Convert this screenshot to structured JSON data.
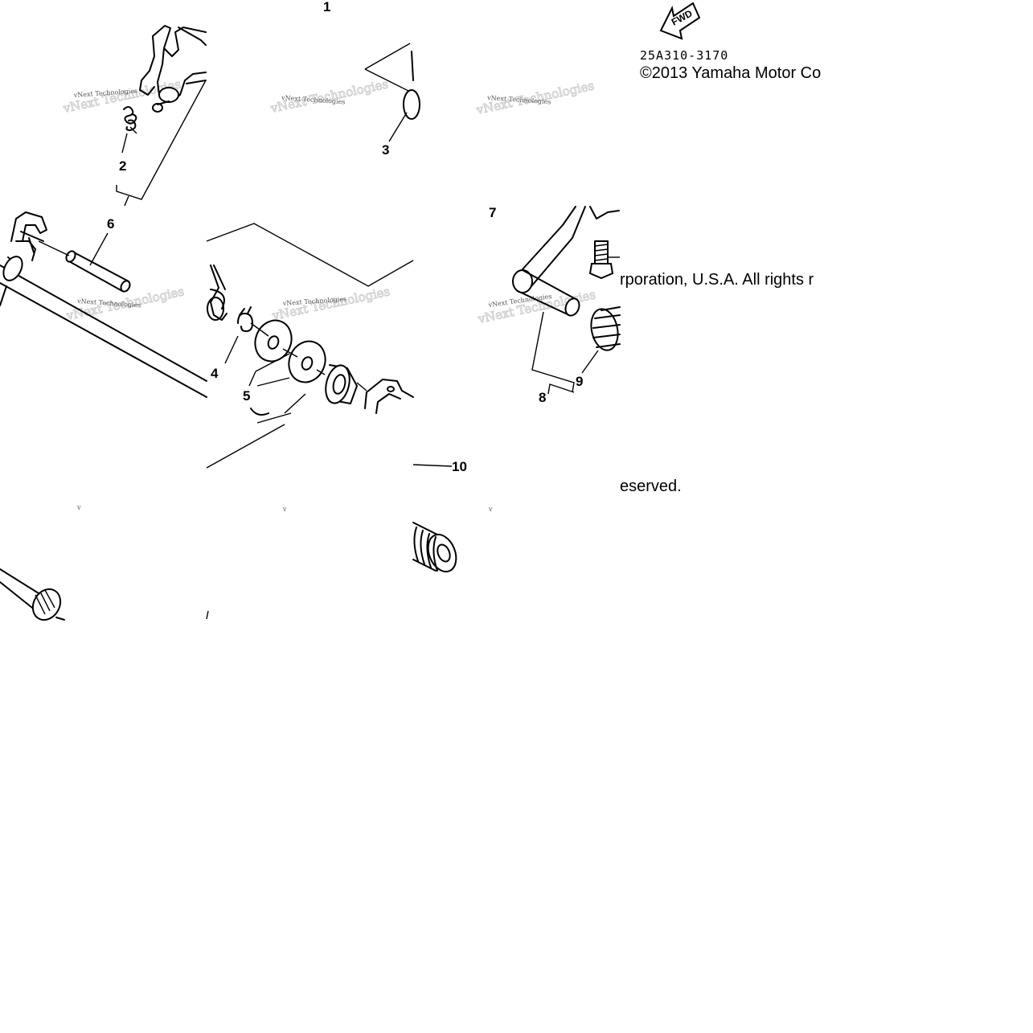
{
  "diagram": {
    "callouts": [
      "1",
      "2",
      "3",
      "4",
      "5",
      "6",
      "7",
      "8",
      "9",
      "10"
    ],
    "fwd_label": "FWD",
    "ref_code": "25A310-3170",
    "copyright_line1": "©2013 Yamaha Motor Co",
    "copyright_line2": "rporation, U.S.A. All rights r",
    "copyright_line3": "eserved.",
    "watermark_text": "vNext Technologies"
  }
}
